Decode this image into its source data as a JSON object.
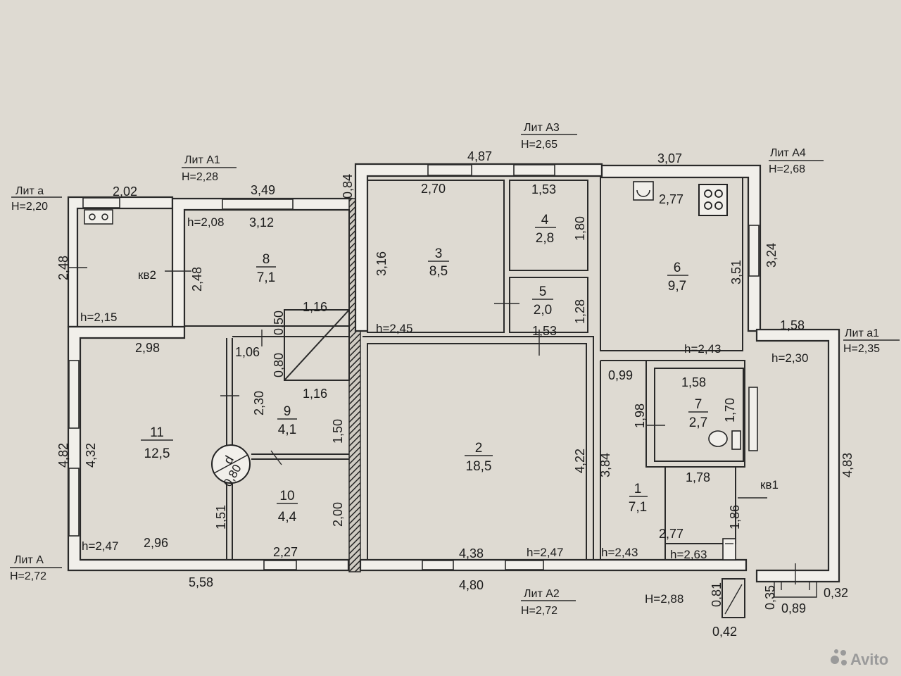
{
  "lit_labels": {
    "a": {
      "name": "Лит а",
      "height": "H=2,20"
    },
    "A1": {
      "name": "Лит А1",
      "height": "H=2,28"
    },
    "A3": {
      "name": "Лит А3",
      "height": "H=2,65"
    },
    "A4": {
      "name": "Лит А4",
      "height": "H=2,68"
    },
    "a1": {
      "name": "Лит а1",
      "height": "H=2,35"
    },
    "A": {
      "name": "Лит А",
      "height": "H=2,72"
    },
    "A2": {
      "name": "Лит А2",
      "height": "H=2,72"
    }
  },
  "rooms": [
    {
      "no": "1",
      "area": "7,1"
    },
    {
      "no": "2",
      "area": "18,5"
    },
    {
      "no": "3",
      "area": "8,5"
    },
    {
      "no": "4",
      "area": "2,8"
    },
    {
      "no": "5",
      "area": "2,0"
    },
    {
      "no": "6",
      "area": "9,7"
    },
    {
      "no": "7",
      "area": "2,7"
    },
    {
      "no": "8",
      "area": "7,1"
    },
    {
      "no": "9",
      "area": "4,1"
    },
    {
      "no": "10",
      "area": "4,4"
    },
    {
      "no": "11",
      "area": "12,5"
    }
  ],
  "apartments": {
    "kv1": "кв1",
    "kv2": "кв2"
  },
  "heights": {
    "lit_a": "h=2,15",
    "room8": "h=2,08",
    "room3": "h=2,45",
    "room6": "h=2,43",
    "litA1_corr": "h=2,30",
    "room11": "h=2,47",
    "room2": "h=2,47",
    "room1": "h=2,43",
    "kv1_bath": "h=2,63",
    "porch": "H=2,88"
  },
  "dims": {
    "d2_02": "2,02",
    "d3_49": "3,49",
    "d0_84": "0,84",
    "d4_87": "4,87",
    "d3_07": "3,07",
    "d2_70": "2,70",
    "d1_53a": "1,53",
    "d2_77a": "2,77",
    "d3_12": "3,12",
    "d2_48a": "2,48",
    "d2_48b": "2,48",
    "d3_16": "3,16",
    "d1_80": "1,80",
    "d3_51": "3,51",
    "d3_24": "3,24",
    "d0_50": "0,50",
    "d1_16a": "1,16",
    "d1_28": "1,28",
    "d1_53b": "1,53",
    "d1_58a": "1,58",
    "d2_98": "2,98",
    "d1_06": "1,06",
    "d0_80": "0,80",
    "d1_16b": "1,16",
    "d0_99": "0,99",
    "d1_58b": "1,58",
    "d1_98": "1,98",
    "d1_70": "1,70",
    "d2_30": "2,30",
    "d4_82": "4,82",
    "d4_32": "4,32",
    "d1_50": "1,50",
    "d4_22": "4,22",
    "d3_84": "3,84",
    "d4_83": "4,83",
    "d1_78": "1,78",
    "d1_51": "1,51",
    "d2_00": "2,00",
    "d1_86": "1,86",
    "d2_77b": "2,77",
    "d2_96": "2,96",
    "d2_27": "2,27",
    "d4_38": "4,38",
    "d5_58": "5,58",
    "d4_80": "4,80",
    "d0_81": "0,81",
    "d0_35": "0,35",
    "d0_32": "0,32",
    "d0_89": "0,89",
    "d0_42": "0,42"
  },
  "door_d": {
    "letter": "d",
    "value": "0,80"
  },
  "watermark": "Avito"
}
